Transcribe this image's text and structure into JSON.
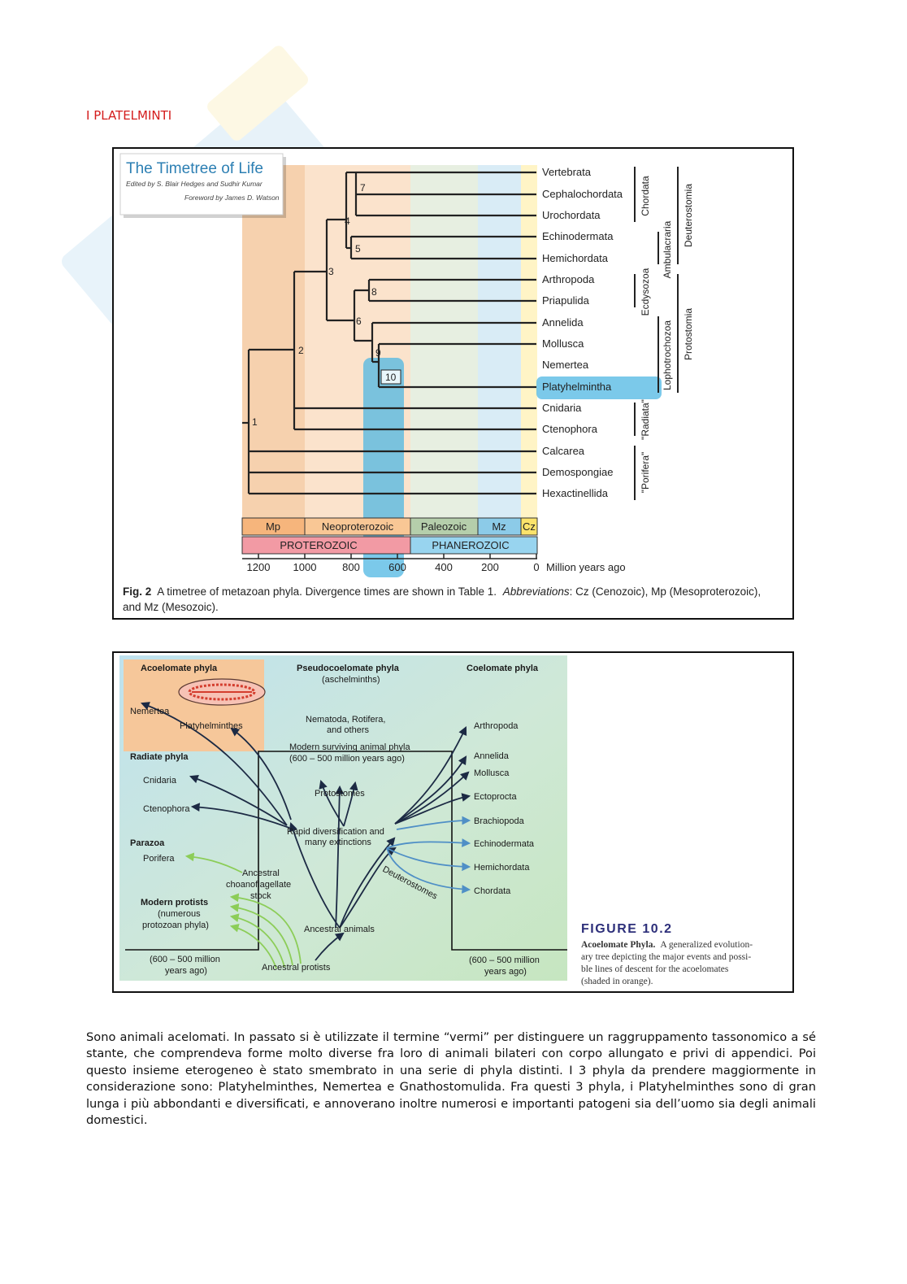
{
  "page_title": "I PLATELMINTI",
  "figure1": {
    "book_title": "The Timetree of Life",
    "book_editors": "Edited by S. Blair Hedges and Sudhir Kumar",
    "book_foreword": "Foreword by James D. Watson",
    "taxa": [
      "Vertebrata",
      "Cephalochordata",
      "Urochordata",
      "Echinodermata",
      "Hemichordata",
      "Arthropoda",
      "Priapulida",
      "Annelida",
      "Mollusca",
      "Nemertea",
      "Platyhelminthа",
      "Cnidaria",
      "Ctenophora",
      "Calcarea",
      "Demospongiae",
      "Hexactinellida"
    ],
    "node_labels": [
      "1",
      "2",
      "3",
      "4",
      "5",
      "6",
      "7",
      "8",
      "9",
      "10"
    ],
    "group_labels": {
      "chordata": "Chordata",
      "ambulacraria": "Ambulacraria",
      "deuterostomia": "Deuterostomia",
      "ecdysozoa": "Ecdysozoa",
      "lophotrochozoa": "Lophotrochozoa",
      "protostomia": "Protostomia",
      "radiata": "\"Radiata\"",
      "porifera": "\"Porifera\""
    },
    "eras": [
      "Mp",
      "Neoproterozoic",
      "Paleozoic",
      "Mz",
      "Cz"
    ],
    "eons": [
      "PROTEROZOIC",
      "PHANEROZOIC"
    ],
    "axis_ticks": [
      "1200",
      "1000",
      "800",
      "600",
      "400",
      "200",
      "0"
    ],
    "axis_unit": "Million years ago",
    "caption_prefix": "Fig. 2",
    "caption_text": "A timetree of metazoan phyla. Divergence times are shown in Table 1.",
    "caption_abbr_label": "Abbreviations",
    "caption_abbr_text": ": Cz (Cenozoic), Mp (Mesoproterozoic),",
    "caption_line2": "and Mz (Mesozoic)."
  },
  "figure2": {
    "acoelomate_header": "Acoelomate phyla",
    "pseudo_header": "Pseudocoelomate phyla",
    "pseudo_sub": "(aschelminths)",
    "coelomate_header": "Coelomate phyla",
    "nemertea": "Nemertea",
    "platyhelminthes": "Platyhelminthes",
    "radiate_header": "Radiate phyla",
    "cnidaria": "Cnidaria",
    "ctenophora": "Ctenophora",
    "parazoa_header": "Parazoa",
    "porifera": "Porifera",
    "modern_protists_1": "Modern protists",
    "modern_protists_2": "(numerous",
    "modern_protists_3": "protozoan phyla)",
    "nematoda_1": "Nematoda, Rotifera,",
    "nematoda_2": "and others",
    "modern_surviving_1": "Modern surviving animal phyla",
    "modern_surviving_2": "(600 – 500 million years ago)",
    "protostomes": "Protostomes",
    "rapid_1": "Rapid diversification and",
    "rapid_2": "many extinctions",
    "ancestral_choano_1": "Ancestral",
    "ancestral_choano_2": "choanoflagellate",
    "ancestral_choano_3": "stock",
    "ancestral_animals": "Ancestral animals",
    "ancestral_protists": "Ancestral protists",
    "time_left_1": "(600 – 500 million",
    "time_left_2": "years ago)",
    "time_right_1": "(600 – 500 million",
    "time_right_2": "years ago)",
    "deuterostomes": "Deuterostomes",
    "coelomate_phyla": [
      "Arthropoda",
      "Annelida",
      "Mollusca",
      "Ectoprocta",
      "Brachiopoda",
      "Echinodermata",
      "Hemichordata",
      "Chordata"
    ],
    "figure_label": "FIGURE 10.2",
    "caption_bold": "Acoelomate Phyla.",
    "caption_l1": "A generalized evolution-",
    "caption_l2": "ary tree depicting the major events and possi-",
    "caption_l3": "ble lines of descent for the acoelomates",
    "caption_l4": "(shaded in orange)."
  },
  "paragraph": "Sono animali acelomati. In passato si è utilizzate il termine “vermi” per distinguere un raggruppamento tassonomico a sé stante, che comprendeva forme molto diverse fra loro di animali bilateri con corpo allungato e privi di appendici. Poi questo insieme eterogeneo è stato smembrato in una serie di phyla distinti. I 3 phyla da prendere maggiormente in considerazione sono: Platyhelminthes, Nemertea e Gnathostomulida. Fra questi 3 phyla, i Platyhelminthes sono di gran lunga i più abbondanti e diversificati, e annoverano inoltre numerosi e importanti patogeni sia dell’uomo sia degli animali domestici.",
  "colors": {
    "title_red": "#d41c1c",
    "mp_band": "#f6d1ae",
    "neo_band": "#fbe3cc",
    "paleo_band": "#e7efe1",
    "mz_band": "#d9ecf6",
    "cz_band": "#fff4c6",
    "highlight": "#4fb7e3",
    "proterozoic": "#f29aa4",
    "phanerozoic": "#98d4ef"
  }
}
